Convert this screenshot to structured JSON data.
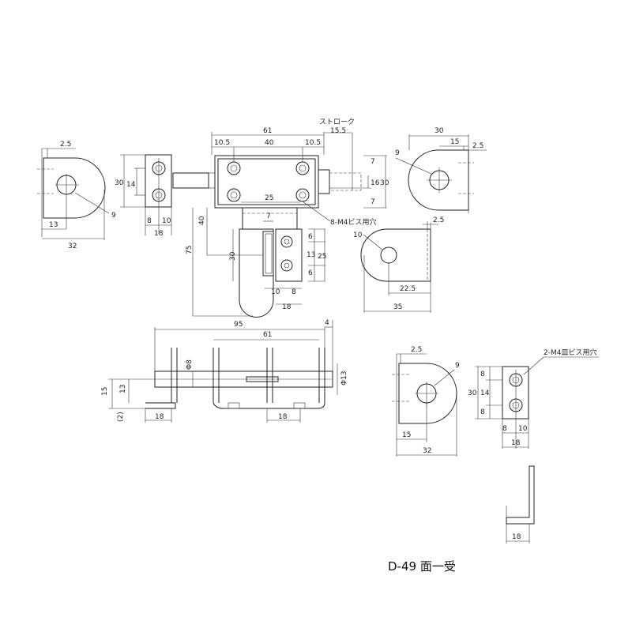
{
  "caption": "D-49 面一受",
  "dimensions": {
    "left_bracket": {
      "d2_5": "2.5",
      "d13": "13",
      "d32": "32",
      "d9": "9"
    },
    "strike_plate": {
      "d30": "30",
      "d14": "14",
      "d8": "8",
      "d10": "10",
      "d18": "18"
    },
    "bolt_body": {
      "d61": "61",
      "d10_5_left": "10.5",
      "d40": "40",
      "d10_5_right": "10.5",
      "stroke_label": "ストローク",
      "stroke_value": "15.5",
      "d7_top": "7",
      "d16": "16",
      "d30_right": "30",
      "d7_bottom": "7",
      "d25": "25",
      "d40_vert": "40",
      "d75": "75",
      "screw_note": "8-M4ビス用穴"
    },
    "handle": {
      "d7": "7",
      "d30": "30",
      "d6_top": "6",
      "d13": "13",
      "d25": "25",
      "d6_bottom": "6",
      "d10": "10",
      "d8": "8",
      "d18": "18"
    },
    "right_bracket_top": {
      "d30": "30",
      "d15": "15",
      "d2_5": "2.5",
      "d9": "9"
    },
    "right_bracket_mid": {
      "d10": "10",
      "d2_5": "2.5",
      "d22_5": "22.5",
      "d35": "35"
    },
    "side_view": {
      "d95": "95",
      "d61": "61",
      "d4": "4",
      "phi8": "Φ8",
      "phi13": "Φ13",
      "d15": "15",
      "d13": "13",
      "d2": "(2)",
      "d18_left": "18",
      "d18_right": "18"
    },
    "receiver": {
      "d2_5": "2.5",
      "d9": "9",
      "d15": "15",
      "d32": "32"
    },
    "receiver_plate": {
      "screw_note": "2-M4皿ビス用穴",
      "d8_top": "8",
      "d14": "14",
      "d8_bottom": "8",
      "d30": "30",
      "d8": "8",
      "d10": "10",
      "d18": "18"
    },
    "angle": {
      "d18": "18"
    }
  }
}
